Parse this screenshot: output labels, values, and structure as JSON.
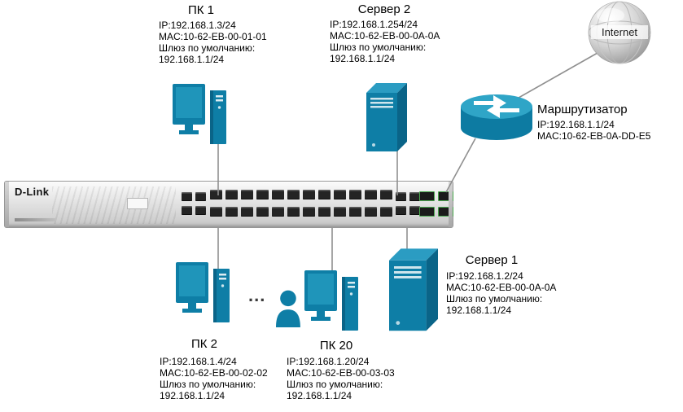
{
  "colors": {
    "device": "#0e7ea6",
    "device_light": "#2b9cc2",
    "device_dark": "#0a6488",
    "line": "#8f8f8f"
  },
  "internet": {
    "label": "Internet"
  },
  "ellipsis": "...",
  "switch": {
    "brand": "D-Link",
    "ports": {
      "console": 4,
      "main": 24,
      "uplink": 4,
      "sfp": 4
    }
  },
  "nodes": {
    "pc1": {
      "label": "ПК 1",
      "lines": [
        "IP:192.168.1.3/24",
        "MAC:10-62-EB-00-01-01",
        "Шлюз по умолчанию:",
        "192.168.1.1/24"
      ]
    },
    "server2": {
      "label": "Сервер 2",
      "lines": [
        "IP:192.168.1.254/24",
        "MAC:10-62-EB-00-0A-0A",
        "Шлюз по умолчанию:",
        "192.168.1.1/24"
      ]
    },
    "router": {
      "label": "Маршрутизатор",
      "lines": [
        "IP:192.168.1.1/24",
        "MAC:10-62-EB-0A-DD-E5"
      ]
    },
    "pc2": {
      "label": "ПК 2",
      "lines": [
        "IP:192.168.1.4/24",
        "MAC:10-62-EB-00-02-02",
        "Шлюз по умолчанию:",
        "192.168.1.1/24"
      ]
    },
    "pc20": {
      "label": "ПК 20",
      "lines": [
        "IP:192.168.1.20/24",
        "MAC:10-62-EB-00-03-03",
        "Шлюз по умолчанию:",
        "192.168.1.1/24"
      ]
    },
    "server1": {
      "label": "Сервер 1",
      "lines": [
        "IP:192.168.1.2/24",
        "MAC:10-62-EB-00-0A-0A",
        "Шлюз по умолчанию:",
        "192.168.1.1/24"
      ]
    }
  }
}
